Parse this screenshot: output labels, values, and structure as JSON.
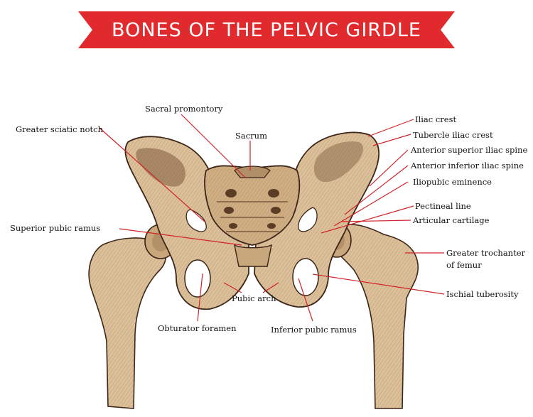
{
  "banner": {
    "title": "BONES OF THE PELVIC GIRDLE",
    "color": "#e02a2e"
  },
  "colors": {
    "bone": "#dcc09a",
    "bone_shade": "#a8865f",
    "bone_dark": "#6b4a30",
    "outline": "#3b2416",
    "leader": "#d0242a"
  },
  "labels": {
    "sacral_promontory": "Sacral promontory",
    "greater_sciatic_notch": "Greater sciatic notch",
    "sacrum": "Sacrum",
    "iliac_crest": "Iliac crest",
    "tubercle_iliac_crest": "Tubercle iliac crest",
    "anterior_superior_iliac_spine": "Anterior superior iliac spine",
    "anterior_inferior_iliac_spine": "Anterior inferior iliac spine",
    "iliopubic_eminence": "Iliopubic eminence",
    "pectineal_line": "Pectineal line",
    "articular_cartilage": "Articular cartilage",
    "superior_pubic_ramus": "Superior pubic ramus",
    "greater_trochanter": "Greater trochanter of femur",
    "ischial_tuberosity": "Ischial tuberosity",
    "pubic_arch": "Pubic arch",
    "obturator_foramen": "Obturator foramen",
    "inferior_pubic_ramus": "Inferior pubic ramus"
  }
}
